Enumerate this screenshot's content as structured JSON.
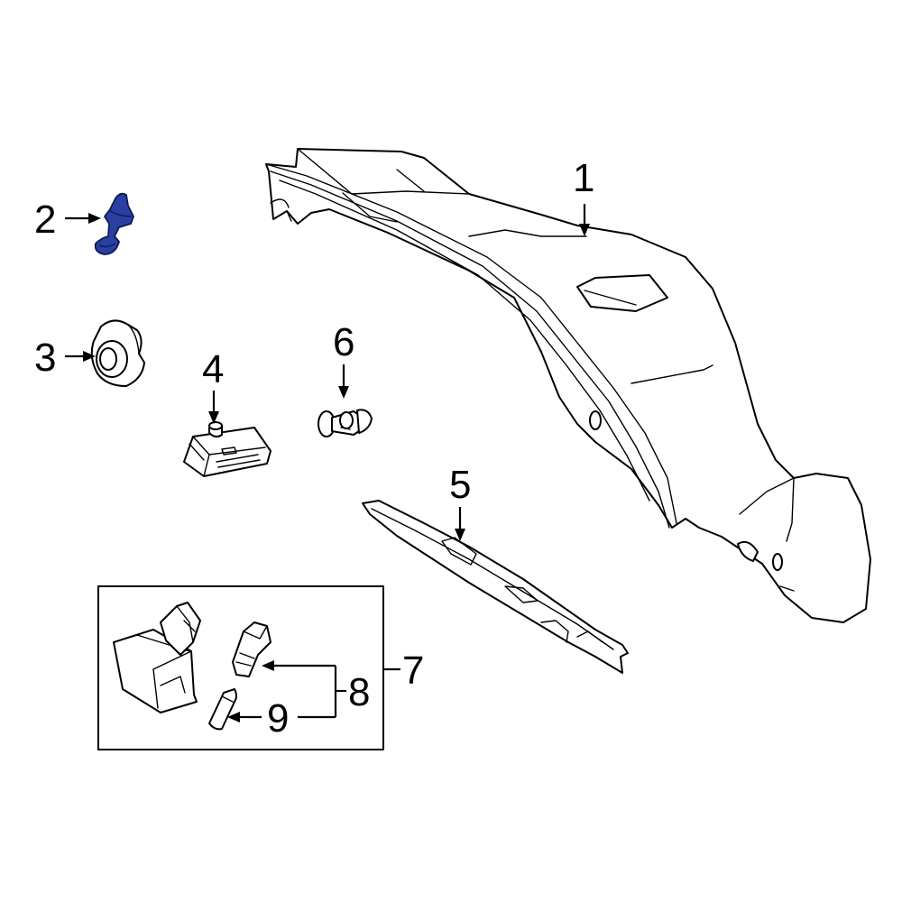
{
  "colors": {
    "background": "#ffffff",
    "line": "#000000",
    "highlight_part": "#2b3fa0"
  },
  "callouts": {
    "c1": "1",
    "c2": "2",
    "c3": "3",
    "c4": "4",
    "c5": "5",
    "c6": "6",
    "c7": "7",
    "c8": "8",
    "c9": "9"
  },
  "highlighted_part": "2"
}
